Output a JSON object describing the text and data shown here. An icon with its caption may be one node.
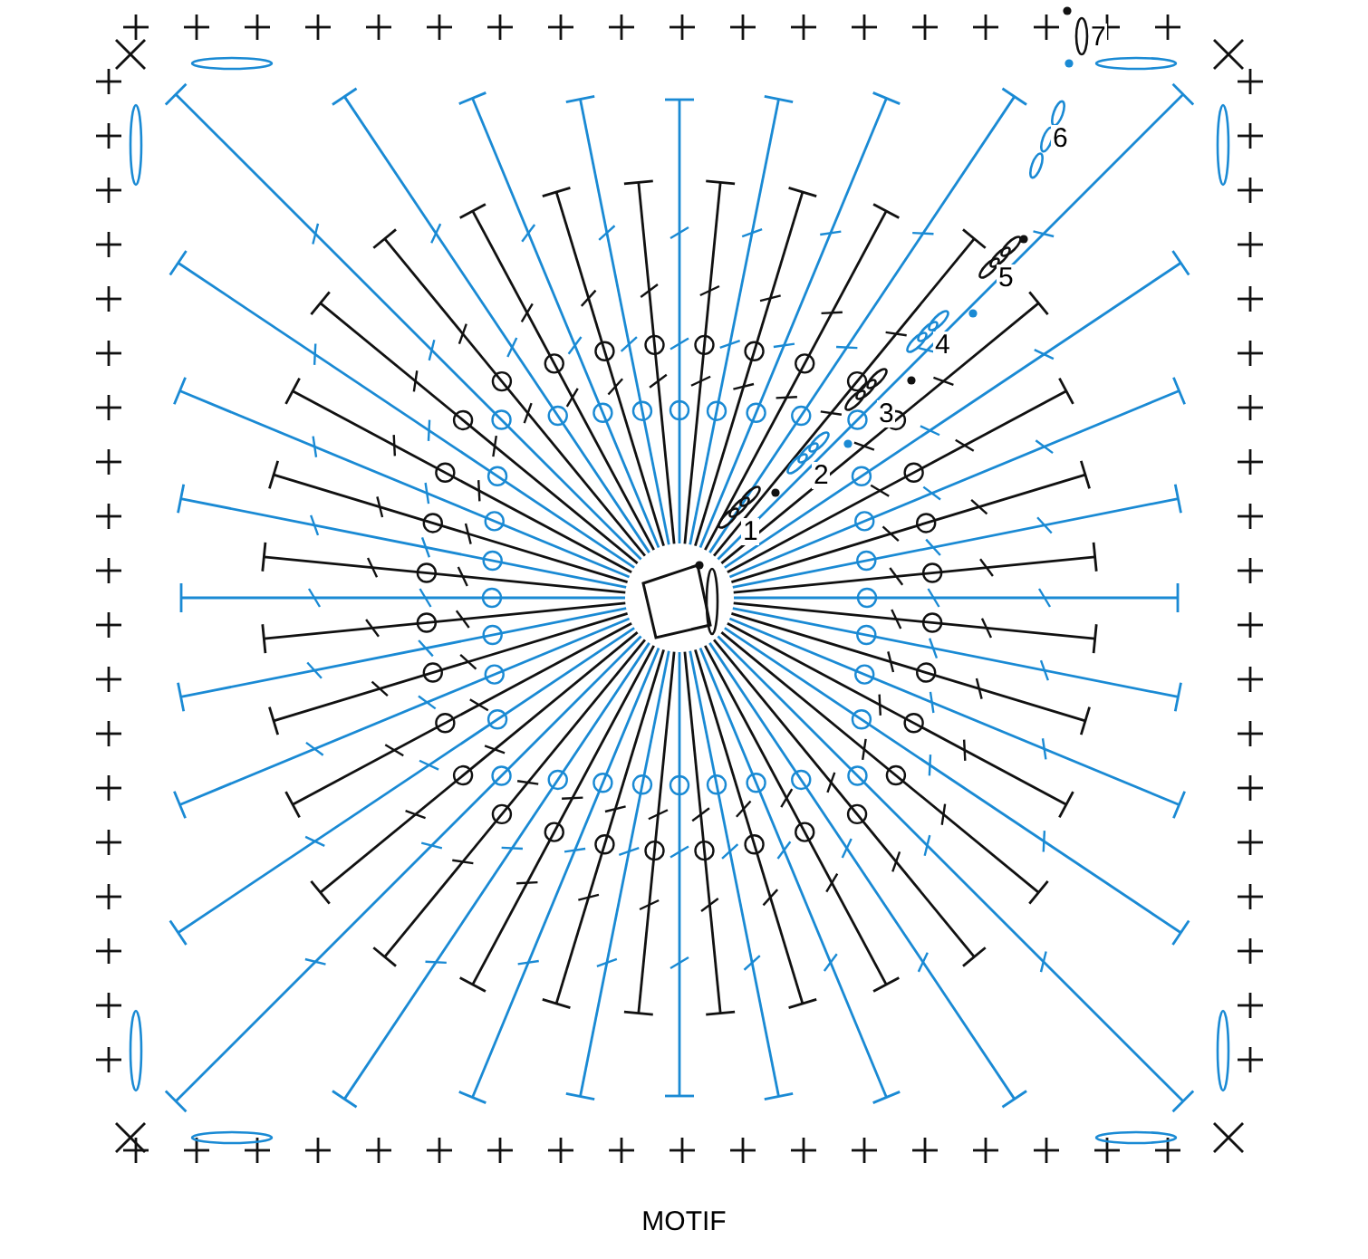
{
  "diagram": {
    "caption": "MOTIF",
    "labels": [
      "7",
      "6",
      "5",
      "4",
      "3",
      "2",
      "1"
    ]
  }
}
